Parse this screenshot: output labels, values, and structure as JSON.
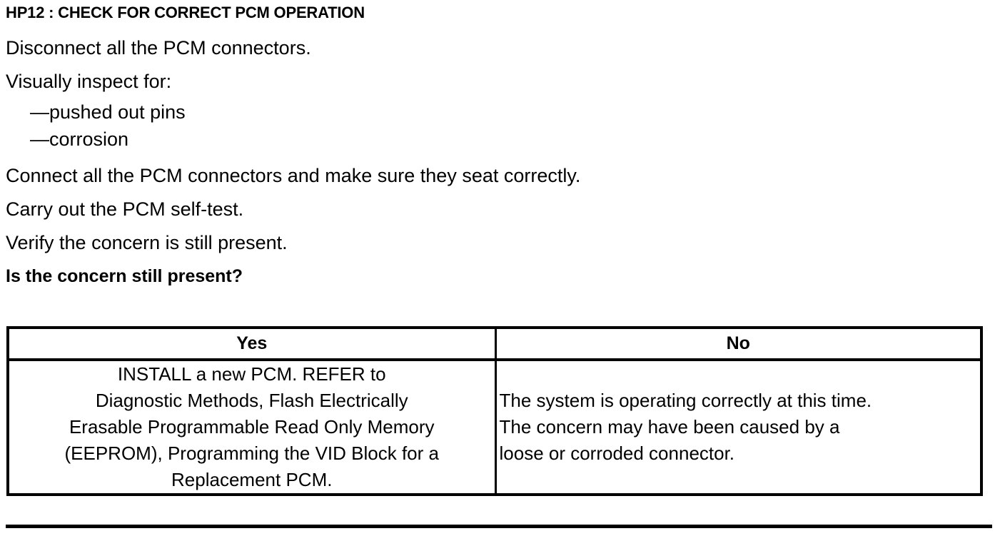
{
  "document": {
    "heading": "HP12 : CHECK FOR CORRECT PCM OPERATION",
    "steps": [
      {
        "text": "Disconnect all the PCM connectors.",
        "style": "normal"
      },
      {
        "text": "Visually inspect for:",
        "style": "normal"
      },
      {
        "text": "—pushed out pins",
        "style": "indent"
      },
      {
        "text": "—corrosion",
        "style": "indent"
      },
      {
        "text": "Connect all the PCM connectors and make sure they seat correctly.",
        "style": "normal"
      },
      {
        "text": "Carry out the PCM self-test.",
        "style": "normal"
      },
      {
        "text": "Verify the concern is still present.",
        "style": "normal"
      },
      {
        "text": "Is the concern still present?",
        "style": "bold"
      }
    ],
    "decision_table": {
      "columns": [
        {
          "header": "Yes"
        },
        {
          "header": "No"
        }
      ],
      "yes_cell_lines": [
        "INSTALL a new PCM.  REFER to",
        "Diagnostic Methods, Flash Electrically",
        "Erasable Programmable Read Only Memory",
        "(EEPROM), Programming the VID Block for a",
        "Replacement PCM."
      ],
      "no_cell_lines": [
        "The system is operating correctly at this time.",
        "The concern may have been caused by a",
        "loose or corroded connector."
      ]
    }
  },
  "colors": {
    "ink": "#000000",
    "paper": "#ffffff"
  }
}
